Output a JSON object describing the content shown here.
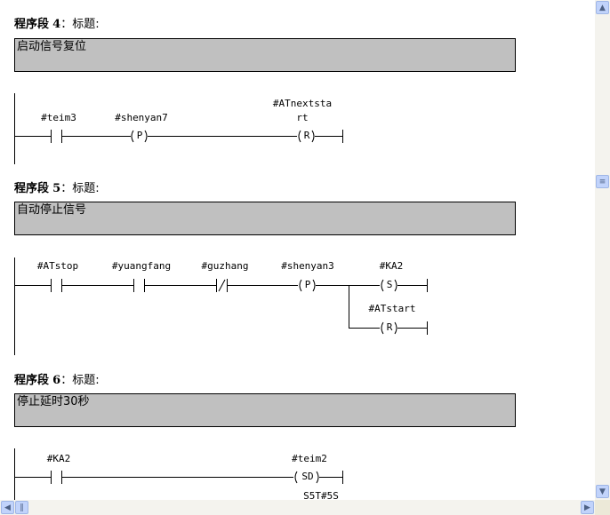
{
  "networks": [
    {
      "prefix": "程序段",
      "number": "4",
      "sep": "：",
      "title": "标题:",
      "comment": "启动信号复位",
      "labels": {
        "c1": "#teim3",
        "c2": "#shenyan7",
        "c3a": "#ATnextsta",
        "c3b": "rt"
      },
      "elements": {
        "p": "P",
        "r": "R"
      }
    },
    {
      "prefix": "程序段",
      "number": "5",
      "sep": "：",
      "title": "标题:",
      "comment": "自动停止信号",
      "labels": {
        "c1": "#ATstop",
        "c2": "#yuangfang",
        "c3": "#guzhang",
        "c4": "#shenyan3",
        "c5": "#KA2",
        "c6": "#ATstart"
      },
      "elements": {
        "p": "P",
        "s": "S",
        "r": "R"
      }
    },
    {
      "prefix": "程序段",
      "number": "6",
      "sep": "：",
      "title": "标题:",
      "comment": "停止延时30秒",
      "labels": {
        "c1": "#KA2",
        "c2": "#teim2",
        "c3": "S5T#5S"
      },
      "elements": {
        "sd": "SD"
      }
    }
  ],
  "scrollbars": {
    "up": "up-arrow",
    "down": "down-arrow",
    "left": "left-arrow",
    "right": "right-arrow"
  }
}
